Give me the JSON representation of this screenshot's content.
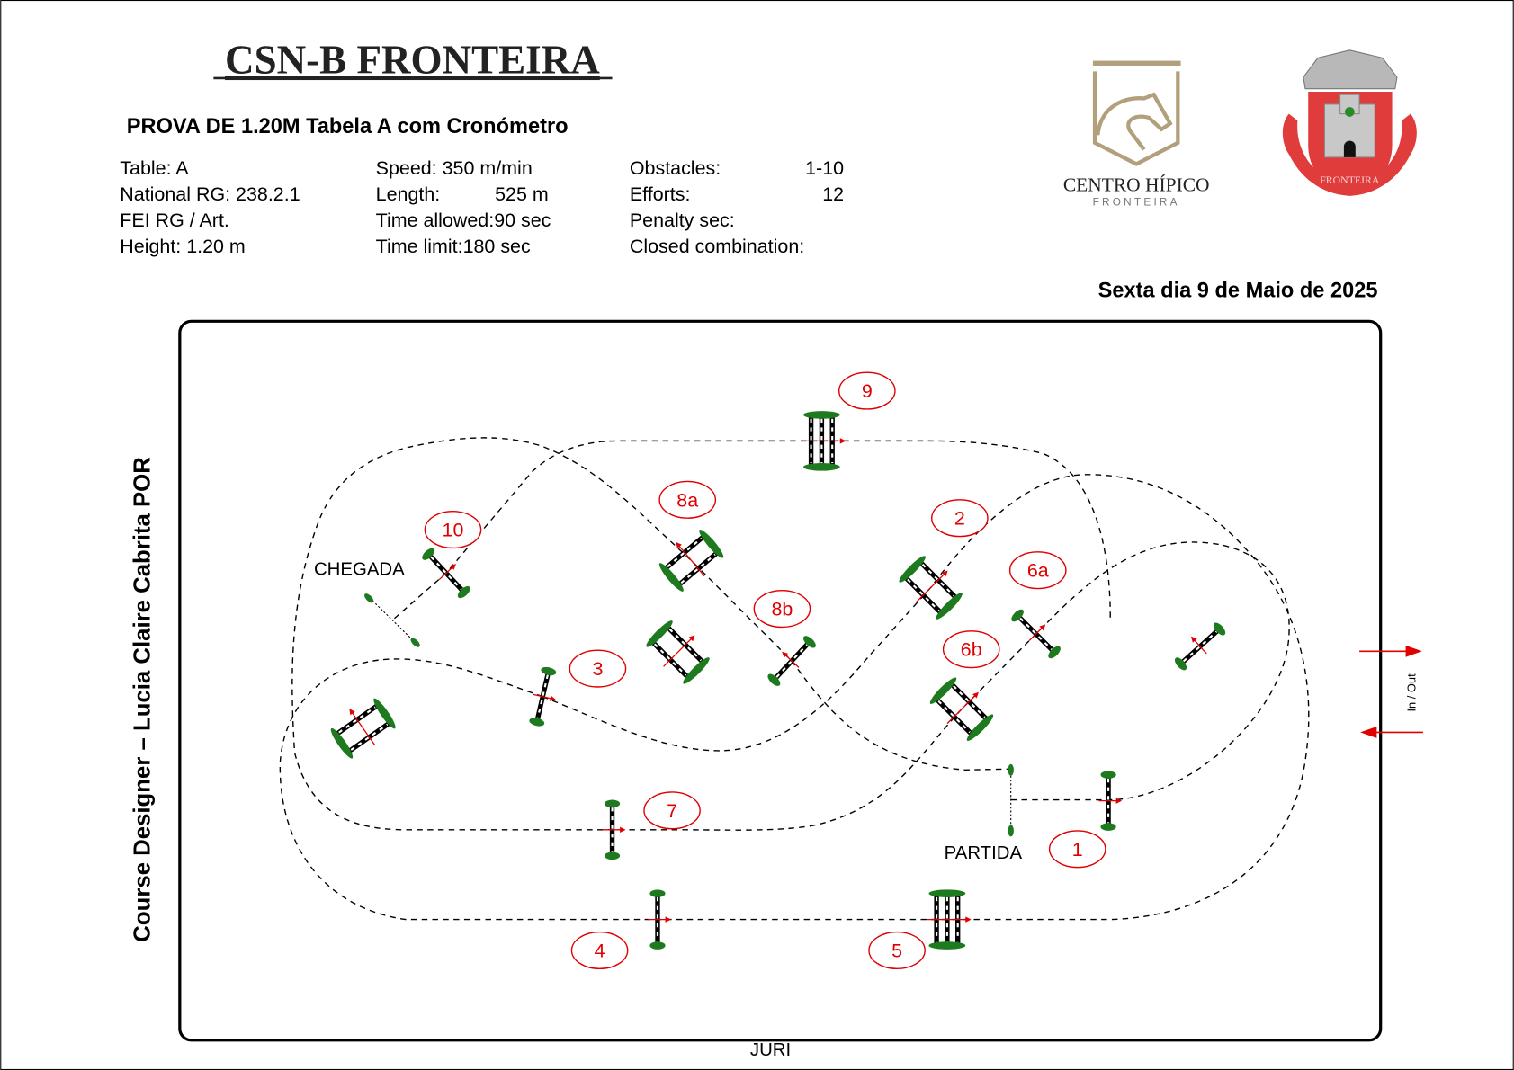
{
  "header": {
    "title": "CSN-B FRONTEIRA",
    "subtitle": "PROVA DE 1.20M Tabela A com Cronómetro",
    "date": "Sexta dia 9 de Maio de 2025"
  },
  "info": {
    "col1": [
      "Table: A",
      "National RG: 238.2.1",
      "FEI RG / Art.",
      "Height: 1.20 m"
    ],
    "col2": [
      "Speed: 350 m/min",
      "Length:",
      "Time allowed:90 sec",
      "Time limit:180 sec"
    ],
    "length_value": "525 m",
    "col3": [
      "Obstacles:",
      "Efforts:",
      "Penalty sec:",
      "Closed combination:"
    ],
    "obstacles_value": "1-10",
    "efforts_value": "12"
  },
  "logos": {
    "centro_hipico": {
      "name": "CENTRO HÍPICO",
      "sub": "FRONTEIRA"
    },
    "coat_of_arms": {
      "ribbon": "FRONTEIRA"
    }
  },
  "arena": {
    "designer": "Course Designer – Lucia Claire Cabrita POR",
    "juri": "JURI",
    "in_out": "In / Out",
    "start": "PARTIDA",
    "finish": "CHEGADA",
    "obstacle_labels": [
      "1",
      "2",
      "3",
      "4",
      "5",
      "6a",
      "6b",
      "7",
      "8a",
      "8b",
      "9",
      "10"
    ]
  },
  "colors": {
    "fence_green": "#1e7a1e",
    "label_red": "#e00000",
    "logo_gold": "#b29f7c",
    "arms_red": "#e03c3c"
  }
}
